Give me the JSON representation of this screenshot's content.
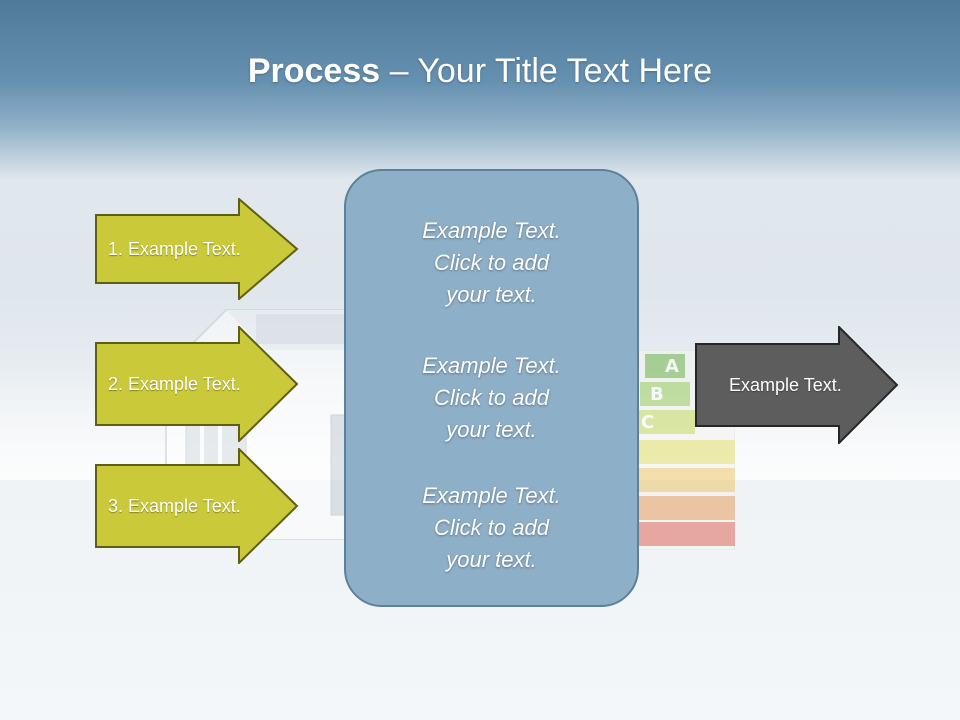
{
  "title": {
    "bold": "Process",
    "rest": " – Your Title Text Here"
  },
  "left_arrows": [
    {
      "label": "1. Example Text."
    },
    {
      "label": "2. Example Text."
    },
    {
      "label": "3. Example Text."
    }
  ],
  "center_box": {
    "blocks": [
      {
        "lines": [
          "Example Text.",
          "Click  to add",
          "your text."
        ]
      },
      {
        "lines": [
          "Example Text.",
          "Click  to add",
          "your text."
        ]
      },
      {
        "lines": [
          "Example Text.",
          "Click  to add",
          "your text."
        ]
      }
    ]
  },
  "right_arrow": {
    "label": "Example Text."
  },
  "background_label_letters": [
    "A",
    "B",
    "C"
  ],
  "colors": {
    "left_arrow_fill": "#c9c93a",
    "left_arrow_border": "#5f5f14",
    "center_fill": "#8eafc8",
    "center_border": "#5f8099",
    "right_arrow_fill": "#5d5d5d",
    "header": "#5d88a8"
  }
}
